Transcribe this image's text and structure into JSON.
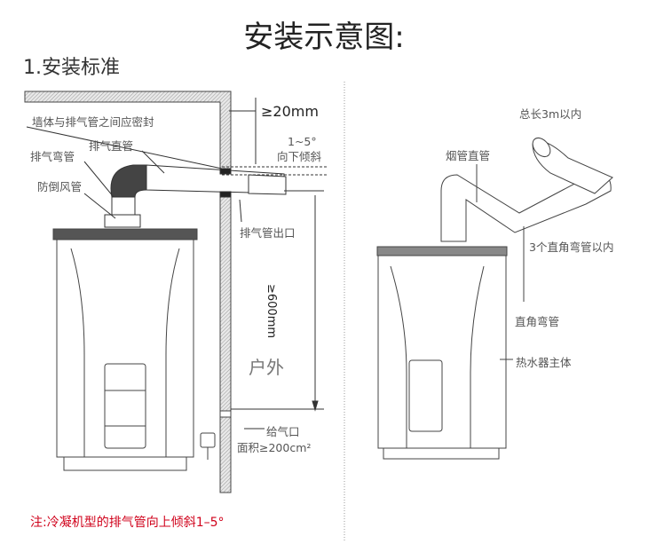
{
  "title": "安装示意图:",
  "section": "1.安装标准",
  "left_diagram": {
    "labels": {
      "seal": "墙体与排气管之间应密封",
      "straight_pipe": "排气直管",
      "elbow_pipe": "排气弯管",
      "anti_backdraft": "防倒风管",
      "outlet": "排气管出口",
      "clearance": "≥20mm",
      "slope": "1~5°",
      "slope_dir": "向下倾斜",
      "height": "≥600mm",
      "outdoor": "户外",
      "air_inlet": "给气口",
      "air_inlet_area": "面积≥200cm²"
    }
  },
  "right_diagram": {
    "labels": {
      "total_length": "总长3m以内",
      "flue_straight": "烟管直管",
      "elbow_limit": "3个直角弯管以内",
      "right_angle_elbow": "直角弯管",
      "heater_body": "热水器主体"
    }
  },
  "note": "注:冷凝机型的排气管向上倾斜1–5°",
  "colors": {
    "note": "#d0021b",
    "line": "#333333"
  }
}
